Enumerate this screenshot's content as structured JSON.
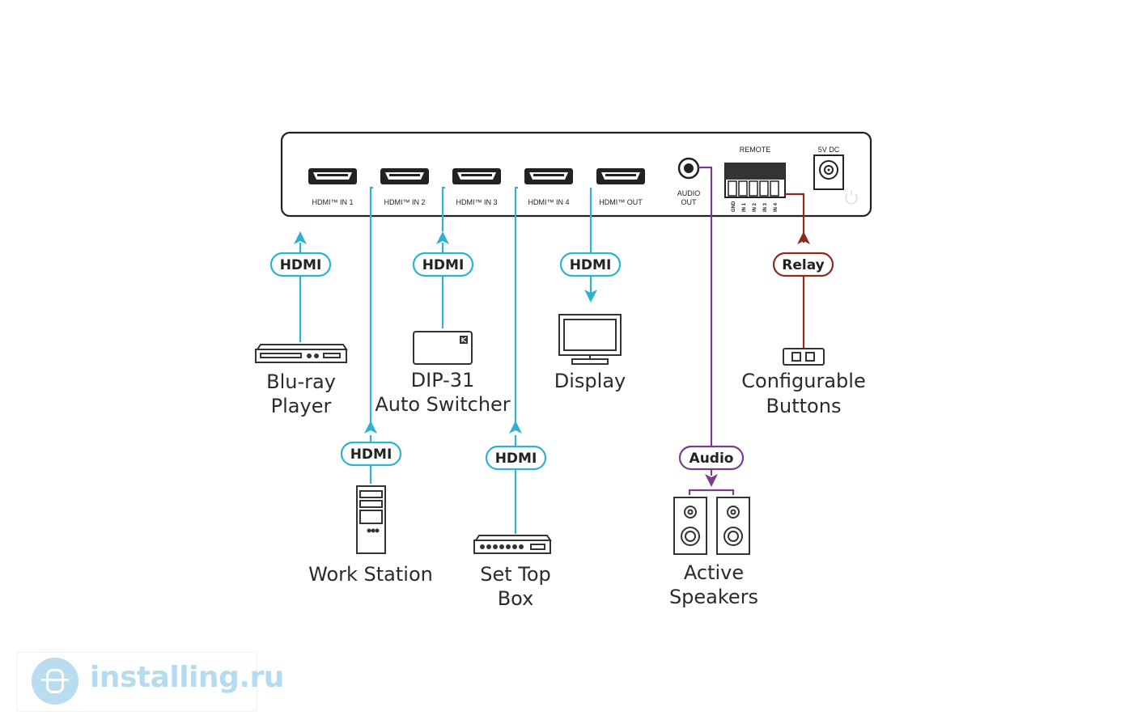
{
  "colors": {
    "hdmi": "#2eb2cf",
    "audio": "#7a3d8a",
    "relay": "#8b2c1c",
    "device": "#333333"
  },
  "panel": {
    "ports": [
      {
        "id": "in1",
        "label": "HDMI™ IN 1"
      },
      {
        "id": "in2",
        "label": "HDMI™ IN 2"
      },
      {
        "id": "in3",
        "label": "HDMI™ IN 3"
      },
      {
        "id": "in4",
        "label": "HDMI™ IN 4"
      },
      {
        "id": "out",
        "label": "HDMI™ OUT"
      }
    ],
    "audio_out_line1": "AUDIO",
    "audio_out_line2": "OUT",
    "remote_label": "REMOTE",
    "remote_pins": [
      "GND",
      "IN 1",
      "IN 2",
      "IN 3",
      "IN 4"
    ],
    "power_label": "5V DC",
    "power_symbol": "power-icon"
  },
  "connections": {
    "hdmi1": "HDMI",
    "hdmi2": "HDMI",
    "hdmi3": "HDMI",
    "hdmi4": "HDMI",
    "hdmi_out": "HDMI",
    "audio": "Audio",
    "relay": "Relay"
  },
  "devices": {
    "bluray": {
      "line1": "Blu-ray",
      "line2": "Player"
    },
    "dip31": {
      "line1": "DIP-31",
      "line2": "Auto Switcher"
    },
    "display": {
      "line1": "Display"
    },
    "buttons": {
      "line1": "Configurable",
      "line2": "Buttons"
    },
    "workstation": {
      "line1": "Work Station"
    },
    "settop": {
      "line1": "Set Top",
      "line2": "Box"
    },
    "speakers": {
      "line1": "Active",
      "line2": "Speakers"
    }
  },
  "watermark": {
    "text": "installing.ru",
    "icon": "logo-icon"
  }
}
